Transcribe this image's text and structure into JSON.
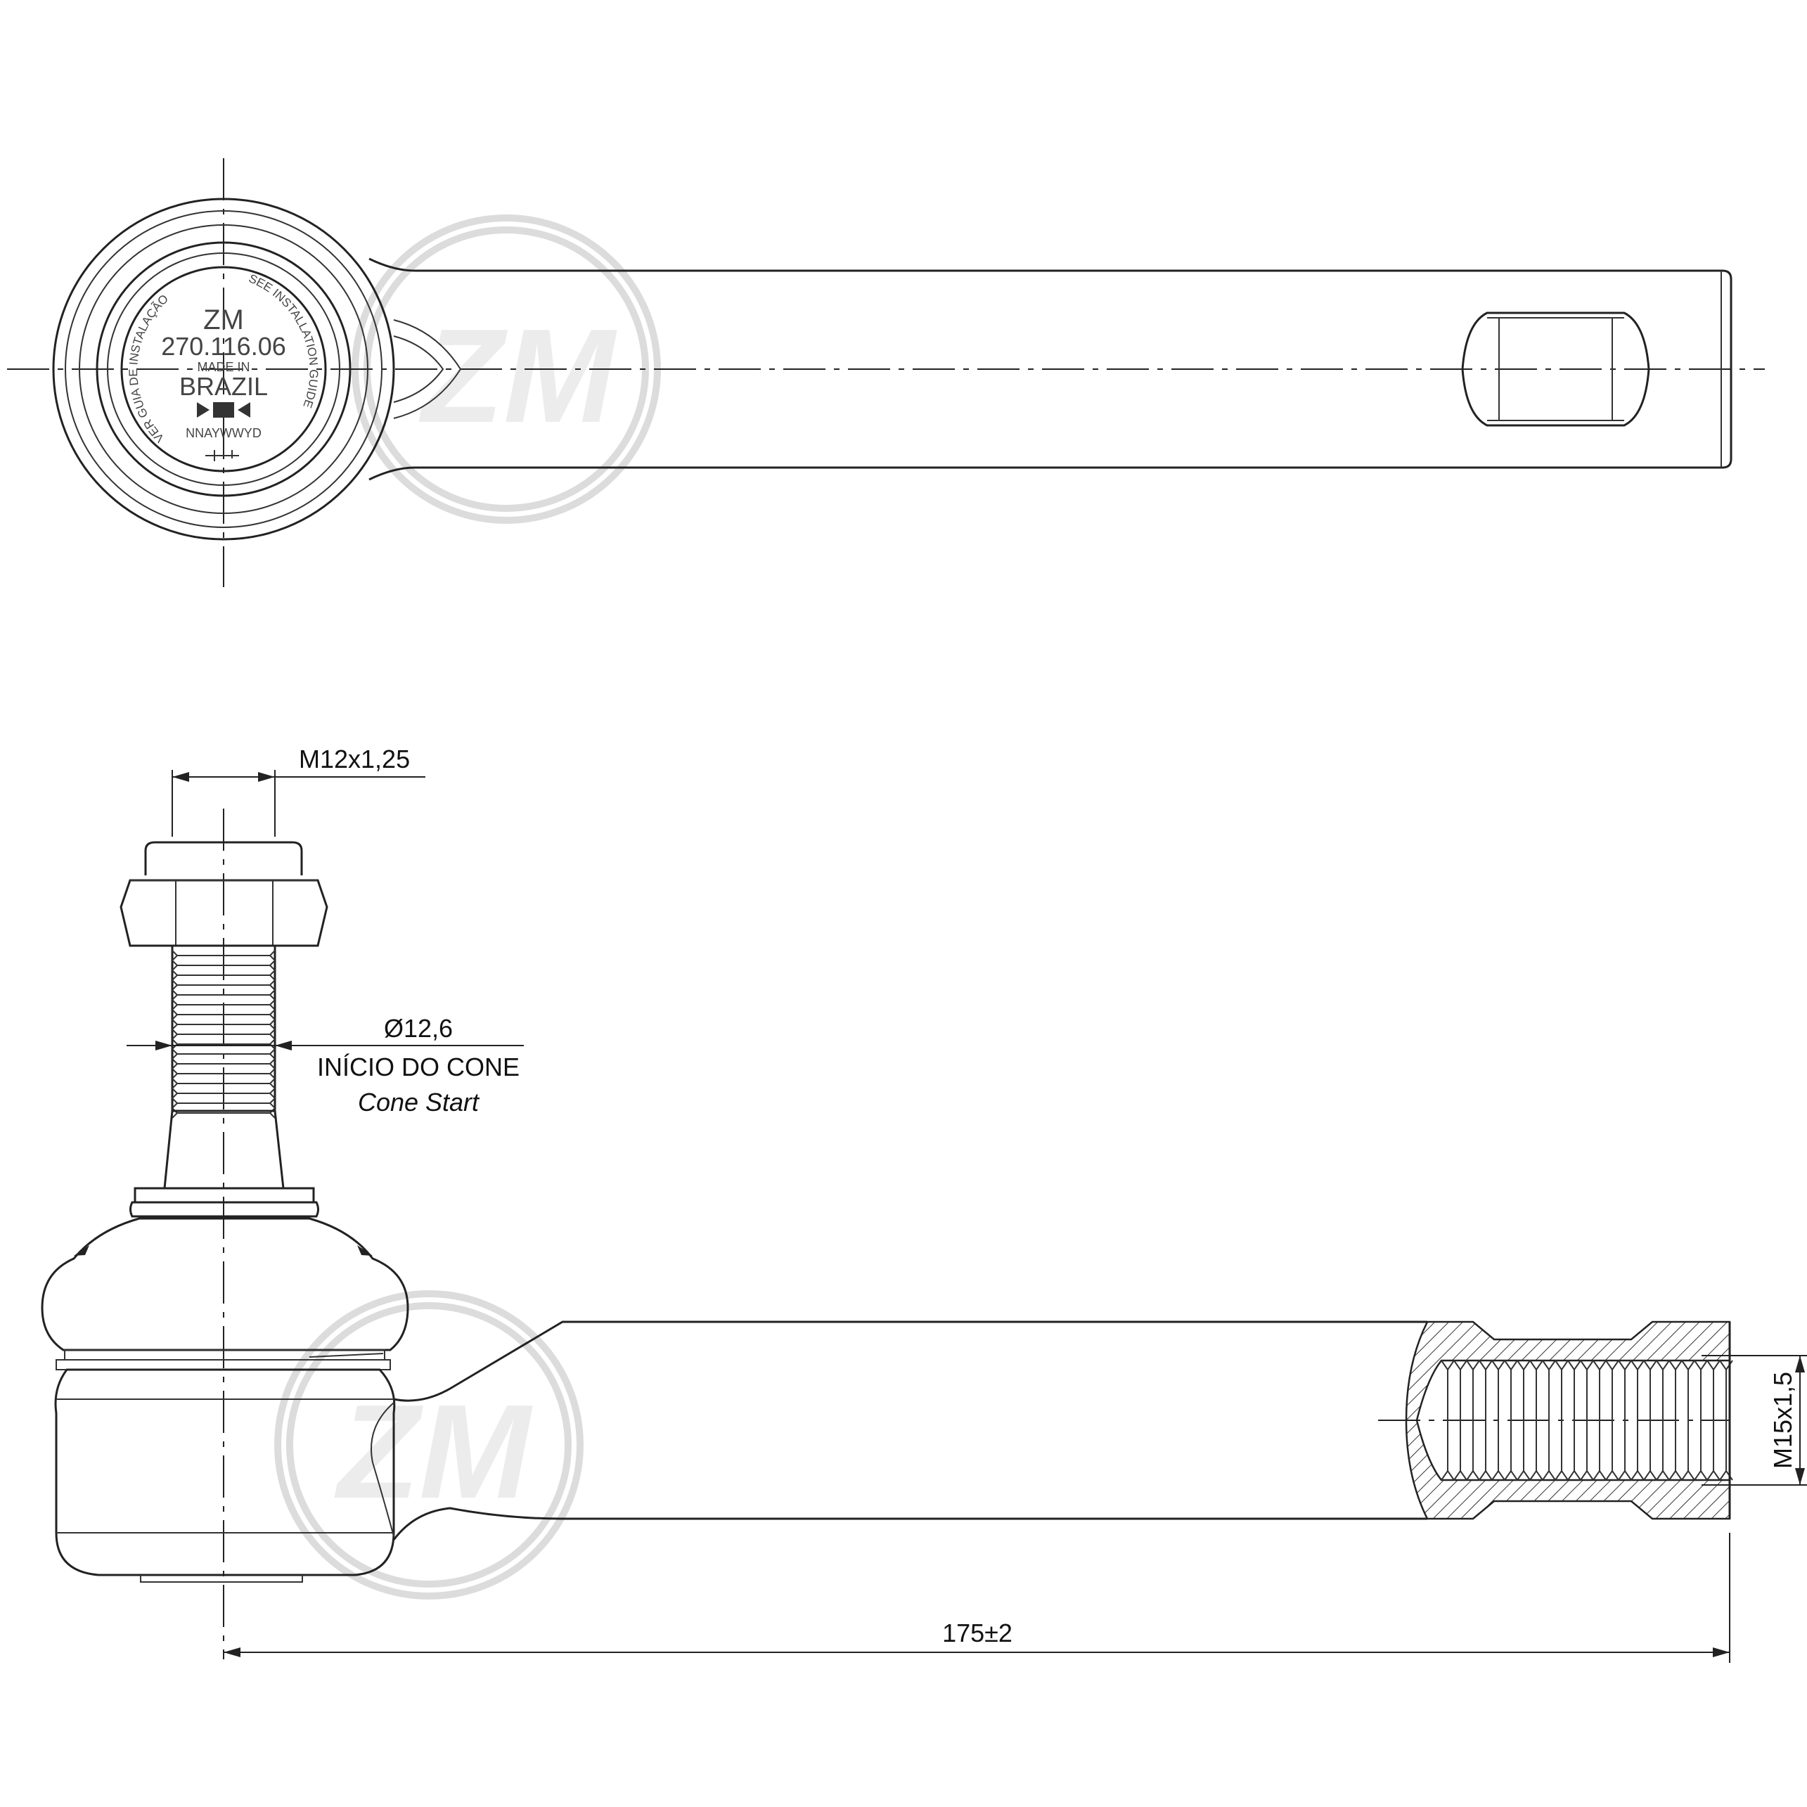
{
  "top_view": {
    "stamp": {
      "brand": "ZM",
      "part_number": "270.116.06",
      "made_in_line1": "MADE IN",
      "made_in_line2": "BRAZIL",
      "date_code": "NNAYWWYD",
      "ring_text_left": "VER GUIA DE INSTALAÇÃO",
      "ring_text_right": "SEE INSTALLATION GUIDE"
    }
  },
  "side_view": {
    "dim_stud_thread": "M12x1,25",
    "dim_cone_diameter": "Ø12,6",
    "dim_cone_label_pt": "INÍCIO DO CONE",
    "dim_cone_label_en": "Cone Start",
    "dim_inner_thread": "M15x1,5",
    "dim_total_length": "175±2"
  },
  "watermark": {
    "logo_text": "ZM"
  },
  "colors": {
    "line": "#222222",
    "watermark": "#dcdcdc",
    "background": "#ffffff"
  }
}
